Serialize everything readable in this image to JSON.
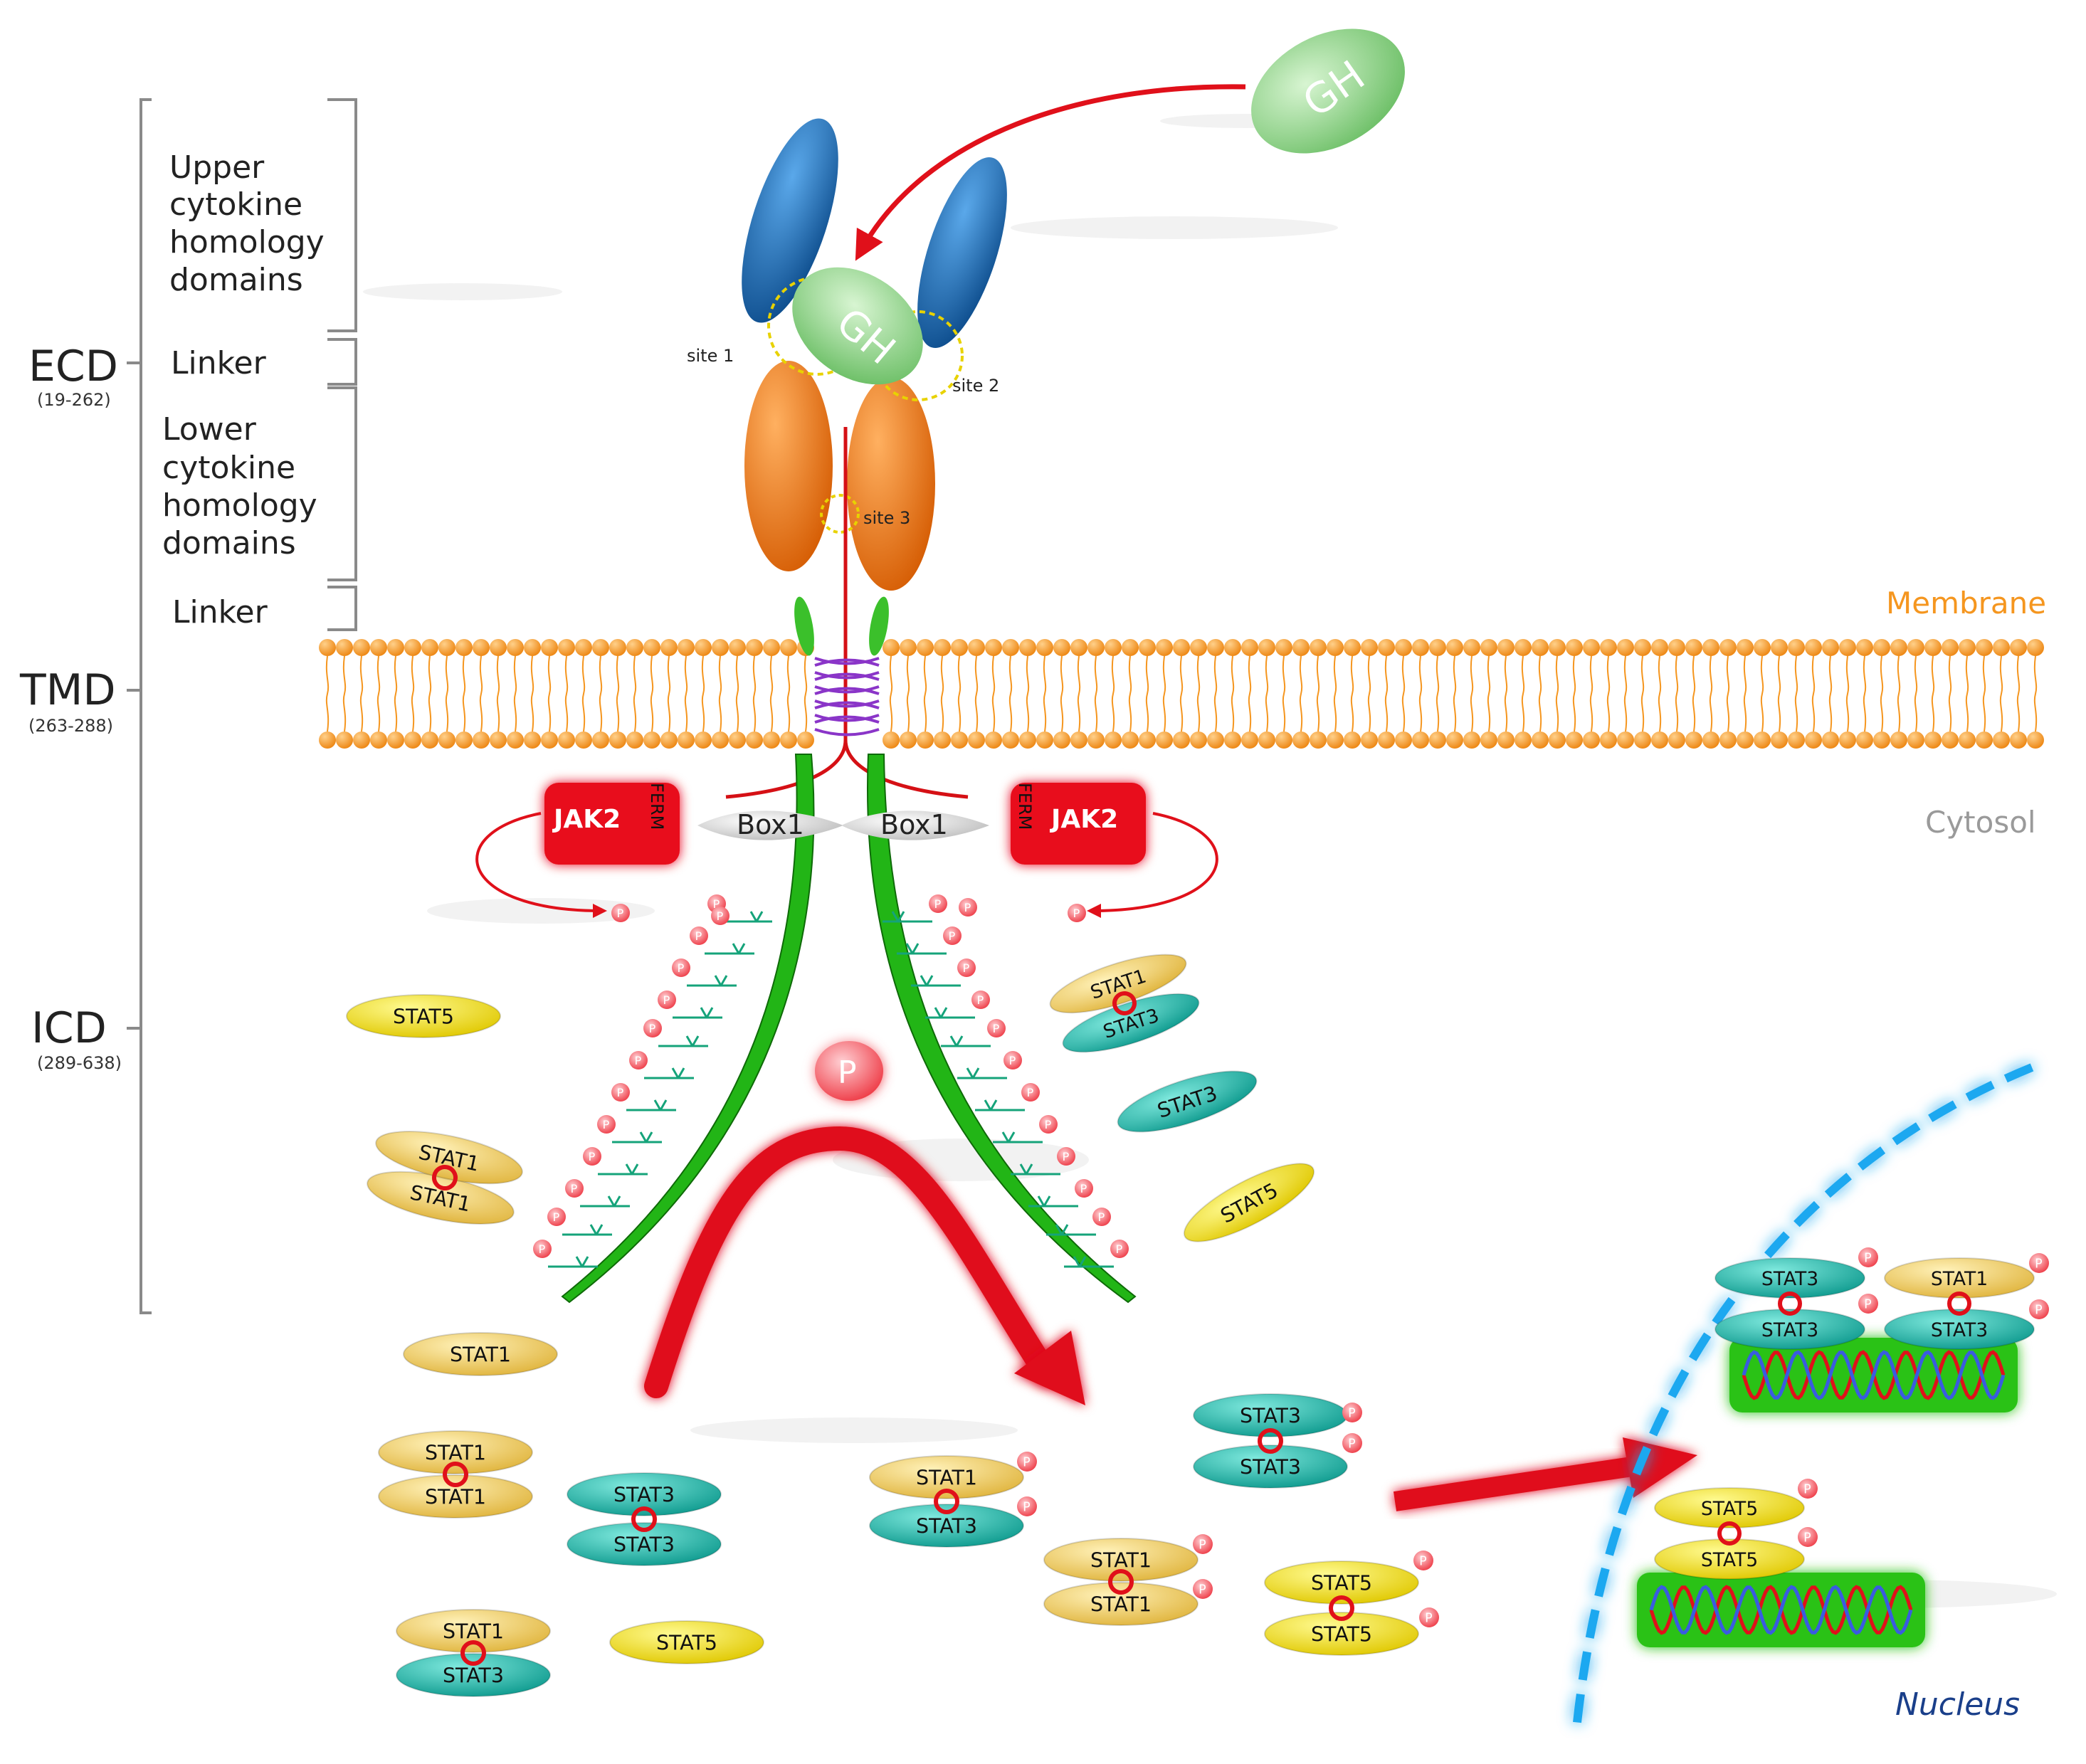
{
  "colors": {
    "gh": "#90d48a",
    "upper_domain": "#1a6cb5",
    "lower_domain": "#f07a1a",
    "jak2": "#e8101a",
    "membrane": "#f5961f",
    "receptor_tail": "#2ec41e",
    "stat1": "#f2cf5c",
    "stat3": "#16b3a6",
    "stat5": "#f2e014",
    "nucleus": "#1aa8f0",
    "arrow": "#e0101a",
    "phospho": "#f04a55"
  },
  "left_scale": {
    "ecd": {
      "label": "ECD",
      "range": "(19-262)"
    },
    "tmd": {
      "label": "TMD",
      "range": "(263-288)"
    },
    "icd": {
      "label": "ICD",
      "range": "(289-638)"
    },
    "domain_labels": {
      "upper": [
        "Upper",
        "cytokine",
        "homology",
        "domains"
      ],
      "linker1": "Linker",
      "lower": [
        "Lower",
        "cytokine",
        "homology",
        "domains"
      ],
      "linker2": "Linker"
    }
  },
  "compartments": {
    "membrane": "Membrane",
    "cytosol": "Cytosol",
    "nucleus": "Nucleus"
  },
  "ligand": "GH",
  "sites": {
    "site1": "site 1",
    "site2": "site 2",
    "site3": "site 3"
  },
  "jak": {
    "label": "JAK2",
    "ferm": "FERM",
    "box": "Box1"
  },
  "phospho": "P",
  "stats": {
    "stat1": "STAT1",
    "stat3": "STAT3",
    "stat5": "STAT5"
  }
}
